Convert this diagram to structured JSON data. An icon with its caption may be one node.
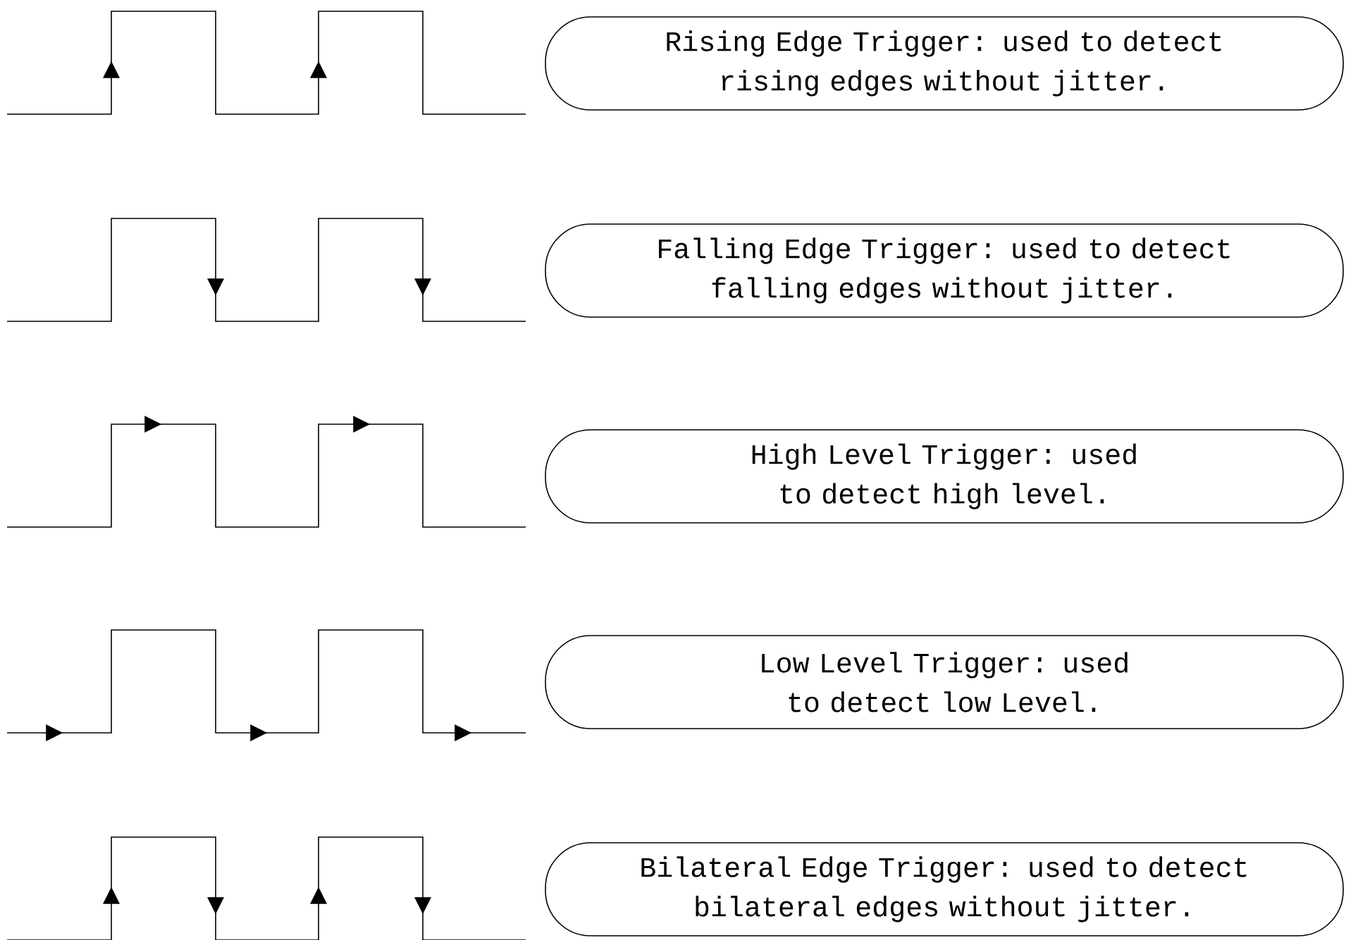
{
  "diagram": {
    "nodes": [
      {
        "text": [
          "Rising Edge Trigger: used to detect rising edges without jitter."
        ]
      },
      {
        "text": [
          "Falling Edge Trigger: used to detect falling edges without jitter."
        ]
      },
      {
        "text": [
          "High Level Trigger: used to detect high level."
        ]
      },
      {
        "text": [
          "Low Level Trigger: used to detect low Level."
        ]
      },
      {
        "text": [
          "Bilateral Edge Trigger: used to detect bilateral edges without jitter."
        ]
      }
    ]
  }
}
